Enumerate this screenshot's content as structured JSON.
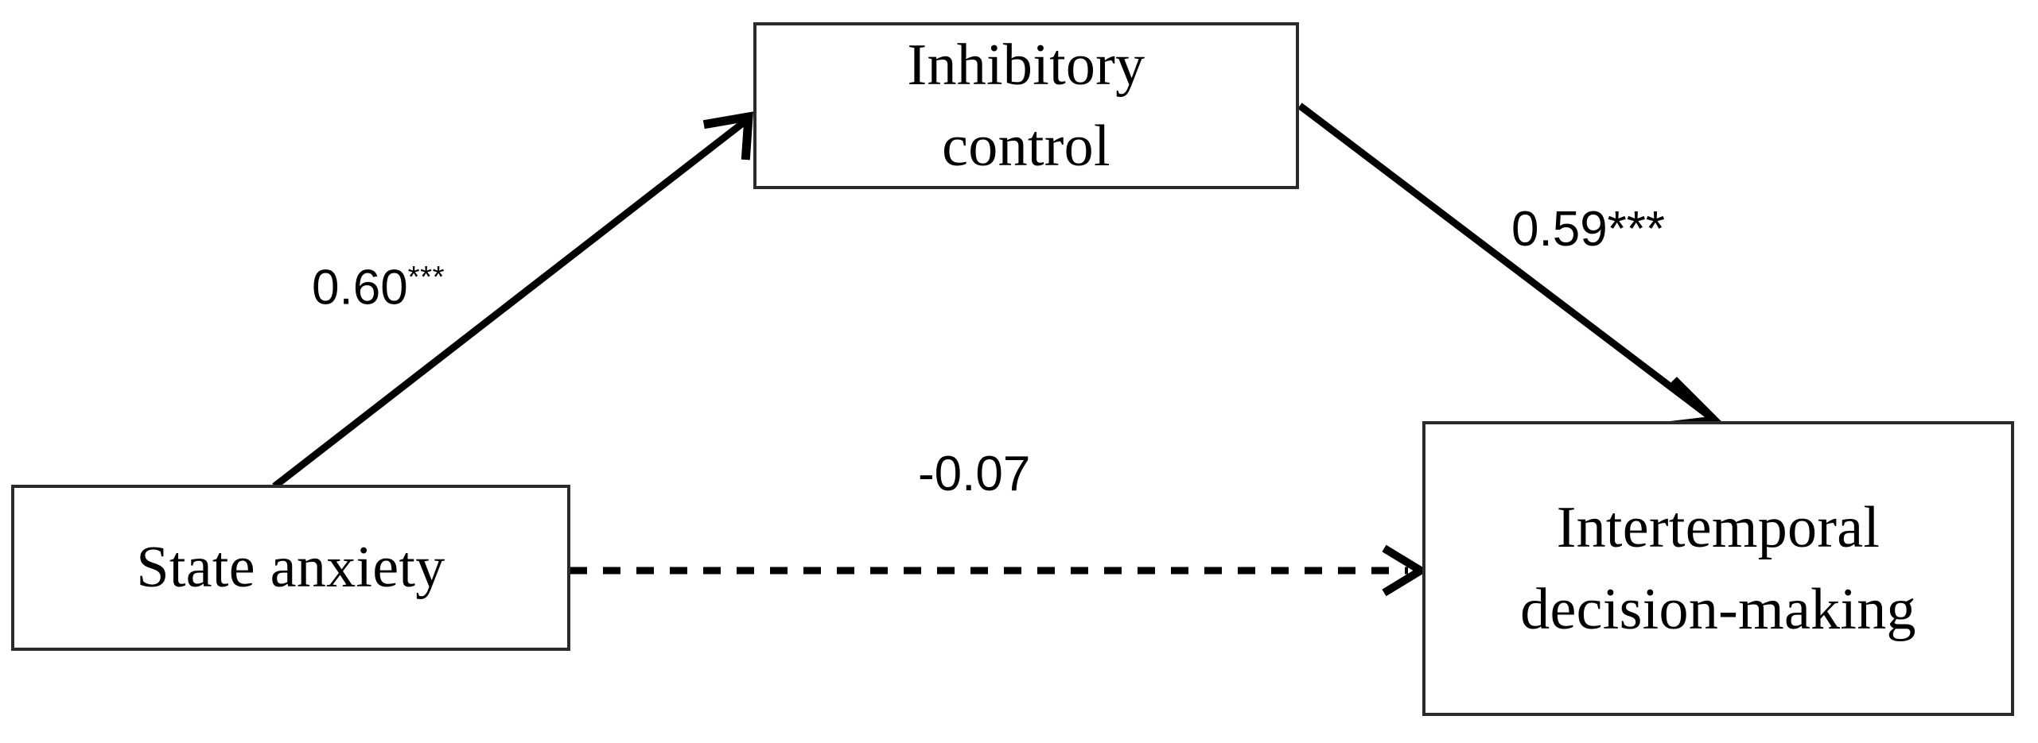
{
  "figure": {
    "type": "mediation-path-diagram",
    "background_color": "#ffffff",
    "line_color": "#000000",
    "box_border_color": "#2b2b2b"
  },
  "nodes": {
    "predictor": {
      "id": "state-anxiety",
      "line1": "State anxiety",
      "line2": ""
    },
    "mediator": {
      "id": "inhibitory-control",
      "line1": "Inhibitory",
      "line2": "control"
    },
    "outcome": {
      "id": "intertemporal-decision-making",
      "line1": "Intertemporal",
      "line2": "decision-making"
    }
  },
  "paths": [
    {
      "id": "a-path",
      "from": "state-anxiety",
      "to": "inhibitory-control",
      "coefficient": "0.60",
      "significance": "***",
      "style": "solid",
      "significant": true
    },
    {
      "id": "b-path",
      "from": "inhibitory-control",
      "to": "intertemporal-decision-making",
      "coefficient": "0.59",
      "significance": "***",
      "style": "solid",
      "significant": true
    },
    {
      "id": "c-path",
      "from": "state-anxiety",
      "to": "intertemporal-decision-making",
      "coefficient": "-0.07",
      "significance": "",
      "style": "dashed",
      "significant": false
    }
  ],
  "chart_data": {
    "type": "diagram",
    "title": "",
    "nodes": [
      "State anxiety",
      "Inhibitory control",
      "Intertemporal decision-making"
    ],
    "edges": [
      {
        "source": "State anxiety",
        "target": "Inhibitory control",
        "value": 0.6,
        "label": "0.60***",
        "line": "solid"
      },
      {
        "source": "Inhibitory control",
        "target": "Intertemporal decision-making",
        "value": 0.59,
        "label": "0.59***",
        "line": "solid"
      },
      {
        "source": "State anxiety",
        "target": "Intertemporal decision-making",
        "value": -0.07,
        "label": "-0.07",
        "line": "dashed"
      }
    ]
  }
}
